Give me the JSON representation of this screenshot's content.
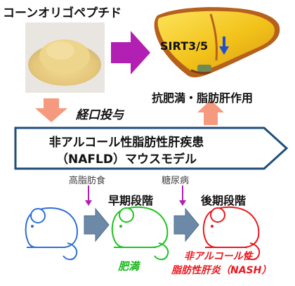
{
  "title": "コーンオリゴペプチド",
  "liver_label": "SIRT3/5",
  "effect_label": "抗肥満・脂肪肝作用",
  "route_label": "経口投与",
  "banner": {
    "line1": "非アルコール性脂肪性肝疾患",
    "line2": "（NAFLD）マウスモデル"
  },
  "diet_label": "高脂肪食",
  "diabetes_label": "糖尿病",
  "stages": {
    "early": "早期段階",
    "late": "後期段階"
  },
  "outcomes": {
    "early": "肥満",
    "late_line1": "非アルコール性",
    "late_line2": "脂肪性肝炎（NASH）"
  },
  "colors": {
    "purple_arrow": "#b21fb3",
    "salmon_arrow": "#f59a7e",
    "banner_border": "#1f4e79",
    "mouse_blue": "#2e6fd6",
    "mouse_green": "#1ec31f",
    "mouse_red": "#e8191f",
    "gray_arrow": "#6c8aa8",
    "liver_brown": "#b5611c",
    "liver_yellow": "#f6d41a"
  },
  "icons": [
    "powder-image",
    "liver-image",
    "mouse-icon"
  ]
}
